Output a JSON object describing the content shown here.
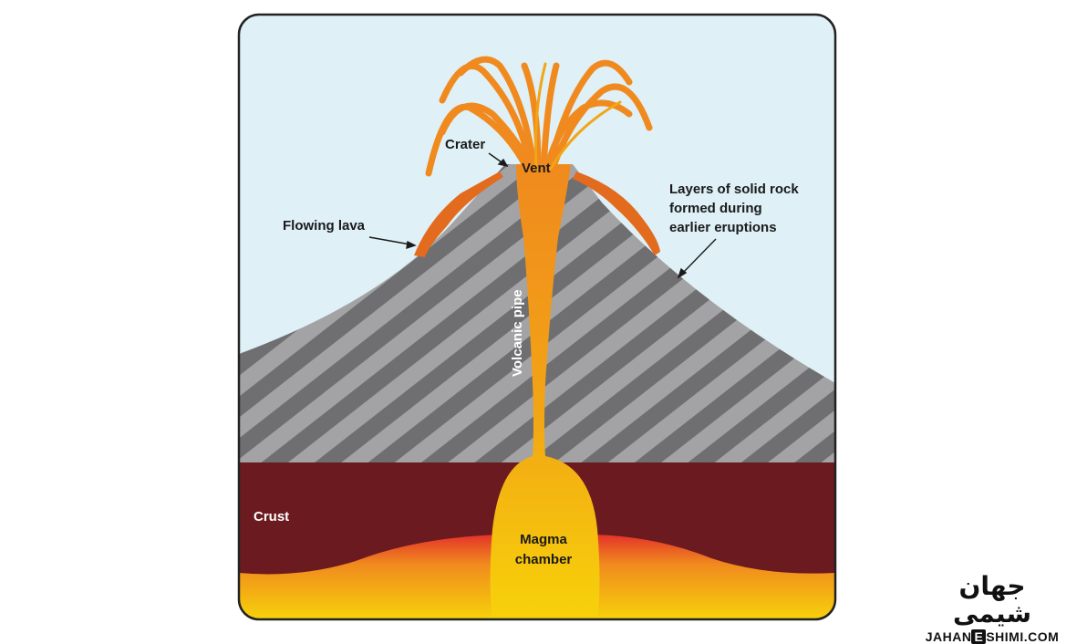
{
  "diagram": {
    "labels": {
      "crater": "Crater",
      "vent": "Vent",
      "flowing_lava": "Flowing lava",
      "layers_line1": "Layers of solid rock",
      "layers_line2": "formed during",
      "layers_line3": "earlier eruptions",
      "volcanic_pipe": "Volcanic pipe",
      "crust": "Crust",
      "magma_line1": "Magma",
      "magma_line2": "chamber"
    },
    "colors": {
      "sky": "#dff0f7",
      "rock_dark": "#6f6f71",
      "rock_light": "#a3a3a5",
      "crust": "#6b1a1f",
      "magma_yellow": "#f7d20a",
      "magma_orange": "#f08a1e",
      "lava_red": "#e4332a",
      "flowing_lava": "#e36b1e"
    }
  },
  "watermark": {
    "arabic": "جهان شیمی",
    "latin_prefix": "JAHAN",
    "latin_mark": "E",
    "latin_suffix": "SHIMI.COM"
  }
}
